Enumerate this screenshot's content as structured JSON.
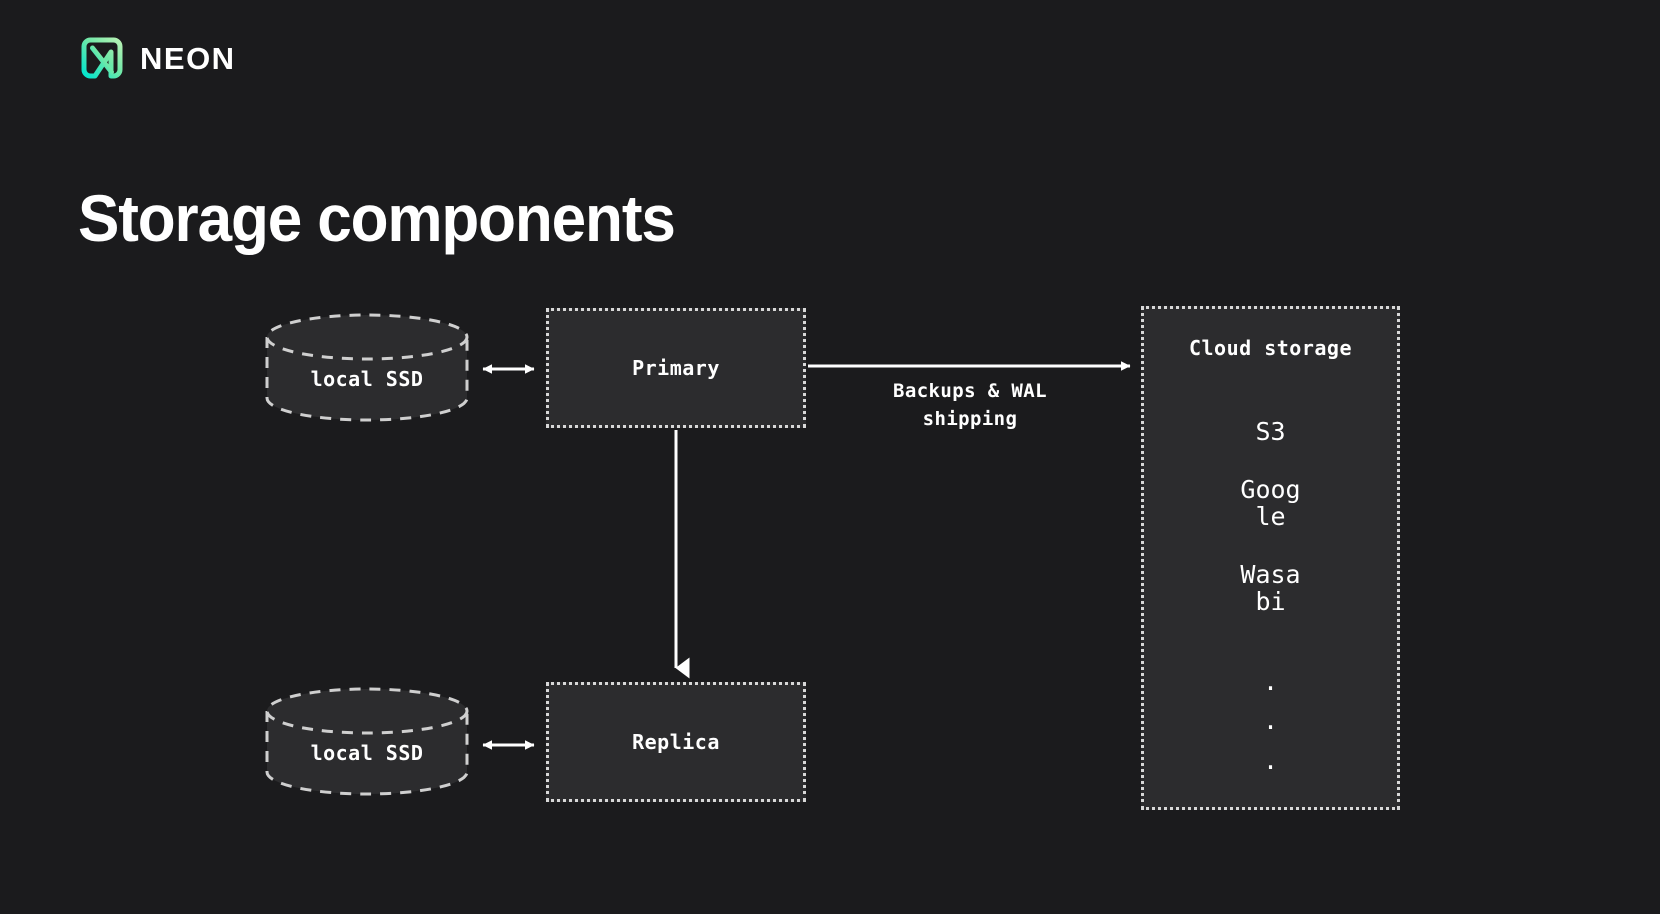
{
  "brand": {
    "logo_icon": "neon-logo-icon",
    "wordmark": "NEON",
    "accent_start": "#00e0c6",
    "accent_end": "#aaf0b0"
  },
  "title": "Storage components",
  "theme": {
    "background": "#1b1b1d",
    "node_fill": "#2c2c2e",
    "stroke": "#d8d8d8",
    "text": "#ffffff"
  },
  "diagram": {
    "nodes": {
      "local_ssd_primary": "local SSD",
      "primary": "Primary",
      "local_ssd_replica": "local SSD",
      "replica": "Replica",
      "cloud_storage": "Cloud storage"
    },
    "cloud_providers": [
      "S3",
      "Google",
      "Wasabi",
      ".",
      ".",
      "."
    ],
    "edges": {
      "backups_wal": "Backups & WAL\nshipping",
      "backups_wal_line1": "Backups & WAL",
      "backups_wal_line2": "shipping"
    }
  }
}
